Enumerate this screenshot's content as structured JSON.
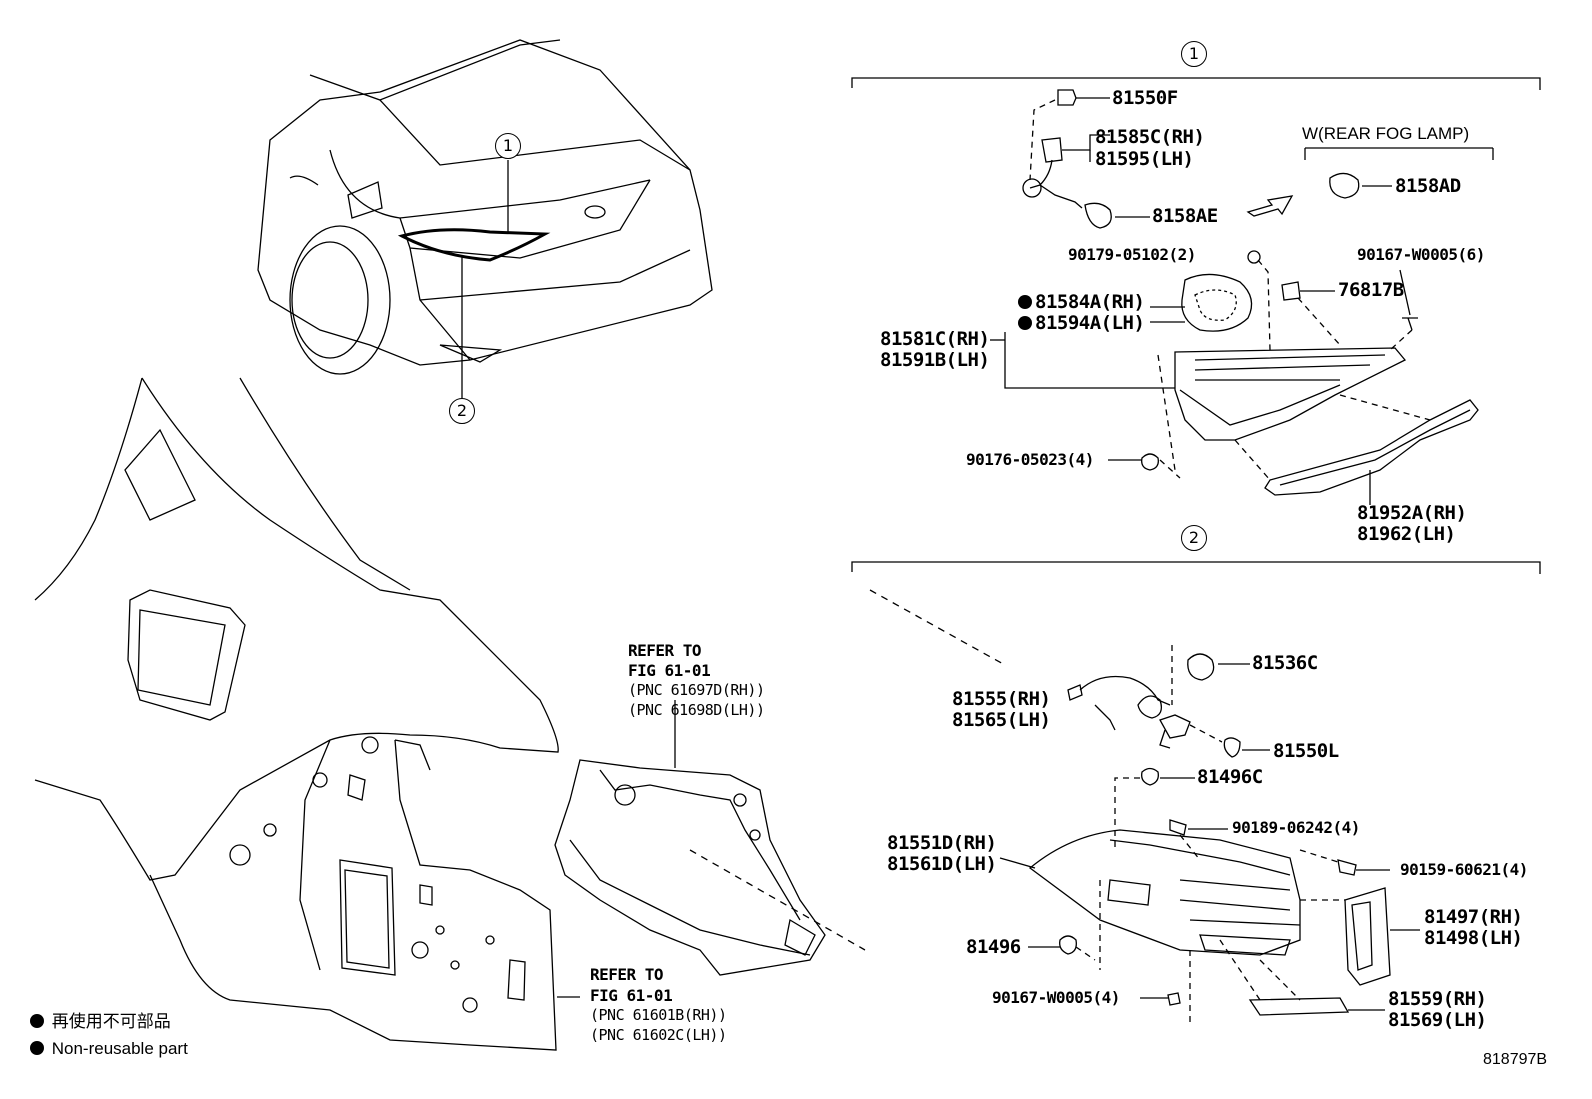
{
  "callouts": {
    "one": "1",
    "two": "2"
  },
  "group1": {
    "p81550F": "81550F",
    "p81585C": "81585C(RH)",
    "p81595": "81595(LH)",
    "fog_title": "W(REAR FOG LAMP)",
    "p8158AD": "8158AD",
    "p8158AE": "8158AE",
    "p90179": "90179-05102(2)",
    "p90167a": "90167-W0005(6)",
    "p76817B": "76817B",
    "p81584A": "81584A(RH)",
    "p81594A": "81594A(LH)",
    "p81581C": "81581C(RH)",
    "p81591B": "81591B(LH)",
    "p90176": "90176-05023(4)",
    "p81952A": "81952A(RH)",
    "p81962": "81962(LH)"
  },
  "group2": {
    "p81536C": "81536C",
    "p81555": "81555(RH)",
    "p81565": "81565(LH)",
    "p81550L": "81550L",
    "p81496C": "81496C",
    "p90189": "90189-06242(4)",
    "p81551D": "81551D(RH)",
    "p81561D": "81561D(LH)",
    "p90159": "90159-60621(4)",
    "p81497": "81497(RH)",
    "p81498": "81498(LH)",
    "p81496": "81496",
    "p90167b": "90167-W0005(4)",
    "p81559": "81559(RH)",
    "p81569": "81569(LH)"
  },
  "refer_a": {
    "l1": "REFER TO",
    "l2": "FIG 61-01",
    "l3": "(PNC 61697D(RH))",
    "l4": "(PNC 61698D(LH))"
  },
  "refer_b": {
    "l1": "REFER TO",
    "l2": "FIG 61-01",
    "l3": "(PNC 61601B(RH))",
    "l4": "(PNC 61602C(LH))"
  },
  "legend": {
    "jp": "再使用不可部品",
    "en": "Non-reusable part"
  },
  "figure_code": "818797B"
}
